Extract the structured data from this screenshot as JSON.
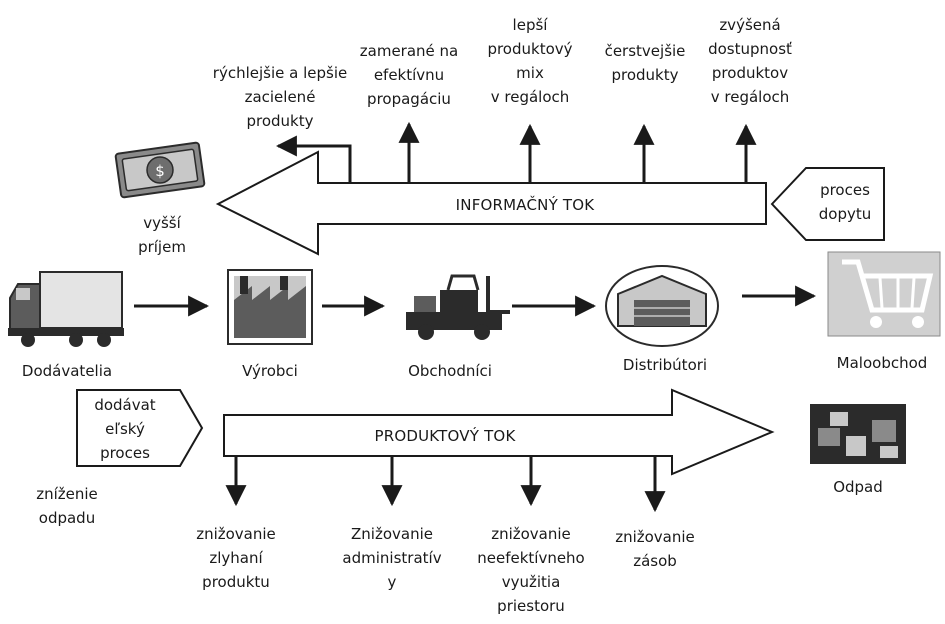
{
  "information_flow": {
    "label": "INFORMAČNÝ TOK",
    "benefits": [
      [
        "rýchlejšie a lepšie",
        "zacielené",
        "produkty"
      ],
      [
        "zamerané na",
        "efektívnu",
        "propagáciu"
      ],
      [
        "lepší",
        "produktový",
        "mix",
        "v regáloch"
      ],
      [
        "čerstvejšie",
        "produkty"
      ],
      [
        "zvýšená",
        "dostupnosť",
        "produktov",
        "v regáloch"
      ]
    ],
    "higher_income": [
      "vyšší",
      "príjem"
    ],
    "demand_process": [
      "proces",
      "dopytu"
    ]
  },
  "chain": [
    "Dodávatelia",
    "Výrobci",
    "Obchodníci",
    "Distribútori",
    "Maloobchod"
  ],
  "waste_label": "Odpad",
  "product_flow": {
    "label": "PRODUKTOVÝ TOK",
    "supplier_process": [
      "dodávat",
      "eľský",
      "proces"
    ],
    "waste_reduction": [
      "zníženie",
      "odpadu"
    ],
    "reductions": [
      [
        "znižovanie",
        "zlyhaní",
        "produktu"
      ],
      [
        "Znižovanie",
        "administratív",
        "y"
      ],
      [
        "znižovanie",
        "neefektívneho",
        "využitia",
        "priestoru"
      ],
      [
        "znižovanie",
        "zásob"
      ]
    ]
  },
  "colors": {
    "line": "#1a1a1a",
    "fill": "#ffffff",
    "icon_dark": "#2b2b2b",
    "icon_mid": "#8a8a8a",
    "icon_light": "#c8c8c8"
  }
}
